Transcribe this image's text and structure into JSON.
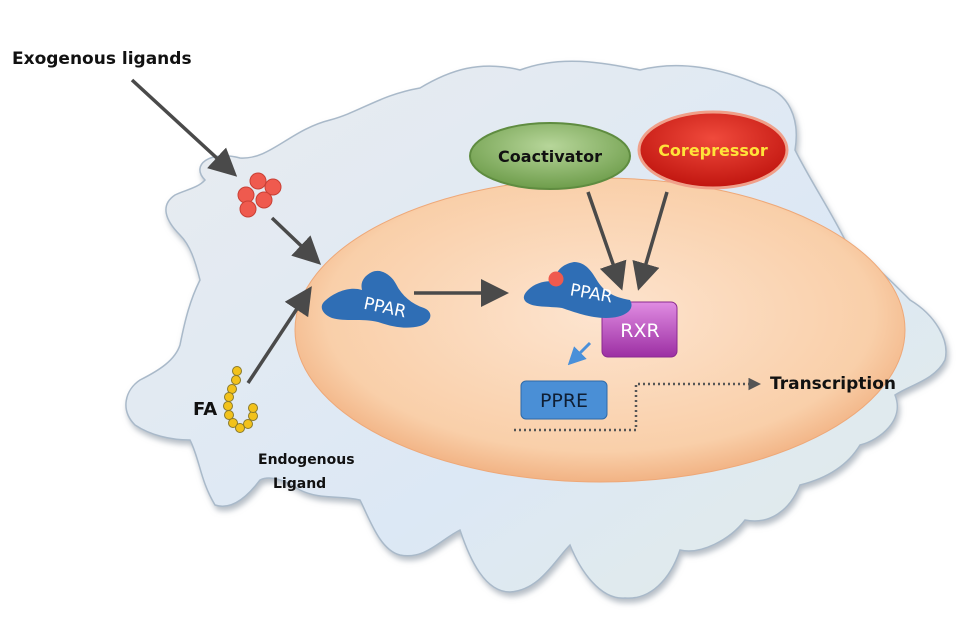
{
  "title": "PPAR signaling pathway",
  "labels": {
    "exogenous_ligands": "Exogenous ligands",
    "fatty_acid": "FA",
    "endogenous_ligand_line1": "Endogenous",
    "endogenous_ligand_line2": "Ligand",
    "transcription": "Transcription"
  },
  "nodes": {
    "coactivator": "Coactivator",
    "corepressor": "Corepressor",
    "ppar_unbound": "PPAR",
    "ppar_bound": "PPAR",
    "rxr": "RXR",
    "ppre": "PPRE"
  },
  "colors": {
    "cell_fill": "#dfe9f4",
    "cell_edge": "#9fb2c6",
    "nucleus_fill": "#f7c9a2",
    "nucleus_edge": "#eaa878",
    "coactivator_fill": "#8cb76a",
    "corepressor_fill": "#e0231c",
    "corepressor_text": "#ffe23a",
    "ppar_fill": "#2f6eb5",
    "rxr_fill": "#c24bc6",
    "ppre_fill": "#4a8fd6",
    "ligand_red": "#ef5a4e",
    "fa_yellow": "#f2c21b",
    "arrow": "#4a4a4a",
    "blue_arrow": "#4a90d9"
  }
}
